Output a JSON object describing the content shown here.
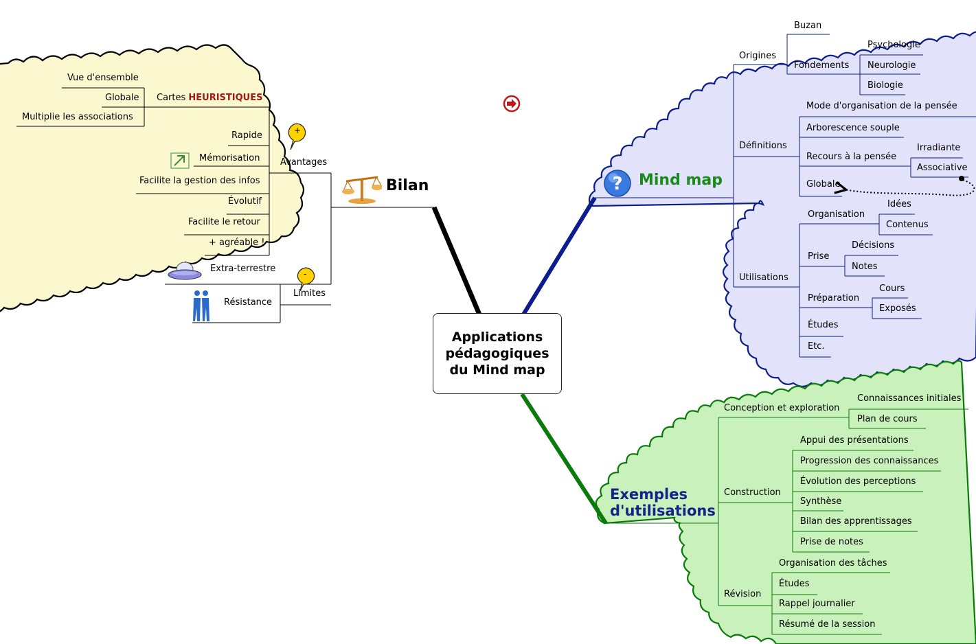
{
  "central": {
    "line1": "Applications",
    "line2": "pédagogiques",
    "line3": "du Mind map"
  },
  "bilan": {
    "title": "Bilan",
    "cartes_prefix": "Cartes ",
    "cartes_accent": "HEURISTIQUES",
    "vue": "Vue d'ensemble",
    "globale": "Globale",
    "multiplie": "Multiplie les associations",
    "avantages": "Avantages",
    "plus_badge": "+",
    "rapide": "Rapide",
    "memorisation": "Mémorisation",
    "facilite_gestion": "Facilite la gestion des infos",
    "evolutif": "Évolutif",
    "facilite_retour": "Facilite le retour",
    "agreable": "+ agréable !",
    "limites": "Limites",
    "minus_badge": "-",
    "extra": "Extra-terrestre",
    "resistance": "Résistance"
  },
  "mindmap": {
    "title": "Mind map",
    "origines": "Origines",
    "buzan": "Buzan",
    "fondements": "Fondements",
    "psychologie": "Psychologie",
    "neurologie": "Neurologie",
    "biologie": "Biologie",
    "definitions": "Définitions",
    "mode": "Mode d'organisation de la pensée",
    "arborescence": "Arborescence souple",
    "recours": "Recours à la pensée",
    "irradiante": "Irradiante",
    "associative": "Associative",
    "globale": "Globale",
    "utilisations": "Utilisations",
    "organisation": "Organisation",
    "idees": "Idées",
    "contenus": "Contenus",
    "prise": "Prise",
    "decisions": "Décisions",
    "notes": "Notes",
    "preparation": "Préparation",
    "cours": "Cours",
    "exposes": "Exposés",
    "etudes": "Études",
    "etc": "Etc."
  },
  "exemples": {
    "title_line1": "Exemples",
    "title_line2": "d'utilisations",
    "conception": "Conception et exploration",
    "connaissances": "Connaissances initiales",
    "plan": "Plan de cours",
    "construction": "Construction",
    "appui": "Appui des présentations",
    "progression": "Progression des connaissances",
    "evolution": "Évolution des perceptions",
    "synthese": "Synthèse",
    "bilan_app": "Bilan des apprentissages",
    "prise_notes": "Prise de notes",
    "revision": "Révision",
    "organisation_taches": "Organisation des tâches",
    "etudes": "Études",
    "rappel": "Rappel journalier",
    "resume": "Résumé de la session"
  },
  "colors": {
    "bilan_fill": "#fbf8d0",
    "mind_fill": "#e2e2fb",
    "ex_fill": "#c9f1bc",
    "bilan_line": "#000000",
    "mind_line": "#0c1c8c",
    "ex_line": "#0a7a0a",
    "accent": "#a01818"
  },
  "icons": [
    "balance-icon",
    "question-icon",
    "arrow-up-right-icon",
    "ufo-icon",
    "people-icon",
    "next-arrow-icon"
  ]
}
